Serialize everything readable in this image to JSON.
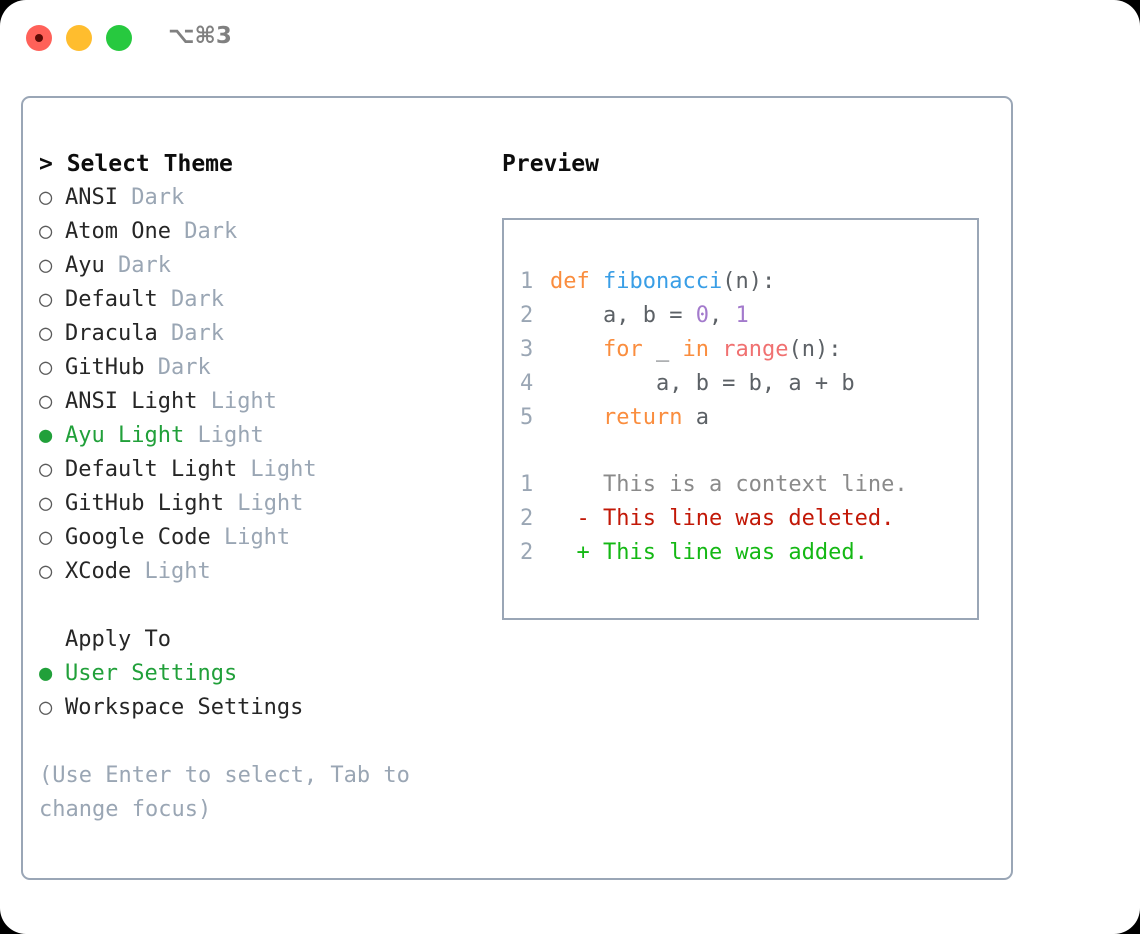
{
  "titlebar": {
    "shortcut": "⌥⌘3",
    "buttons": {
      "close": "close",
      "minimize": "minimize",
      "maximize": "maximize"
    }
  },
  "left": {
    "header": "> Select Theme",
    "themes": [
      {
        "marker": "○",
        "name": "ANSI",
        "tag": "Dark",
        "selected": false
      },
      {
        "marker": "○",
        "name": "Atom One",
        "tag": "Dark",
        "selected": false
      },
      {
        "marker": "○",
        "name": "Ayu",
        "tag": "Dark",
        "selected": false
      },
      {
        "marker": "○",
        "name": "Default",
        "tag": "Dark",
        "selected": false
      },
      {
        "marker": "○",
        "name": "Dracula",
        "tag": "Dark",
        "selected": false
      },
      {
        "marker": "○",
        "name": "GitHub",
        "tag": "Dark",
        "selected": false
      },
      {
        "marker": "○",
        "name": "ANSI Light",
        "tag": "Light",
        "selected": false
      },
      {
        "marker": "●",
        "name": "Ayu Light",
        "tag": "Light",
        "selected": true
      },
      {
        "marker": "○",
        "name": "Default Light",
        "tag": "Light",
        "selected": false
      },
      {
        "marker": "○",
        "name": "GitHub Light",
        "tag": "Light",
        "selected": false
      },
      {
        "marker": "○",
        "name": "Google Code",
        "tag": "Light",
        "selected": false
      },
      {
        "marker": "○",
        "name": "XCode",
        "tag": "Light",
        "selected": false
      }
    ],
    "apply_to": {
      "header": "Apply To",
      "options": [
        {
          "marker": "●",
          "label": "User Settings",
          "selected": true
        },
        {
          "marker": "○",
          "label": "Workspace Settings",
          "selected": false
        }
      ]
    },
    "hint": "(Use Enter to select, Tab to change focus)"
  },
  "right": {
    "title": "Preview",
    "code": [
      {
        "n": "1",
        "tokens": [
          {
            "t": "def",
            "c": "kw"
          },
          {
            "t": " ",
            "c": "plain"
          },
          {
            "t": "fibonacci",
            "c": "fn"
          },
          {
            "t": "(n):",
            "c": "punct"
          }
        ]
      },
      {
        "n": "2",
        "tokens": [
          {
            "t": "    a, b = ",
            "c": "plain"
          },
          {
            "t": "0",
            "c": "num"
          },
          {
            "t": ", ",
            "c": "plain"
          },
          {
            "t": "1",
            "c": "num"
          }
        ]
      },
      {
        "n": "3",
        "tokens": [
          {
            "t": "    ",
            "c": "plain"
          },
          {
            "t": "for",
            "c": "kw"
          },
          {
            "t": " _ ",
            "c": "plain"
          },
          {
            "t": "in",
            "c": "kw"
          },
          {
            "t": " ",
            "c": "plain"
          },
          {
            "t": "range",
            "c": "bi"
          },
          {
            "t": "(n):",
            "c": "punct"
          }
        ]
      },
      {
        "n": "4",
        "tokens": [
          {
            "t": "        a, b = b, a + b",
            "c": "plain"
          }
        ]
      },
      {
        "n": "5",
        "tokens": [
          {
            "t": "    ",
            "c": "plain"
          },
          {
            "t": "return",
            "c": "kw"
          },
          {
            "t": " a",
            "c": "plain"
          }
        ]
      }
    ],
    "diff": [
      {
        "n": "1",
        "prefix": " ",
        "text": "This is a context line.",
        "kind": "diff-ctx"
      },
      {
        "n": "2",
        "prefix": "-",
        "text": "This line was deleted.",
        "kind": "diff-del"
      },
      {
        "n": "2",
        "prefix": "+",
        "text": "This line was added.",
        "kind": "diff-add"
      }
    ]
  },
  "colors": {
    "selected_green": "#21a03a",
    "muted": "#9aa6b4",
    "border": "#9aa6b6",
    "keyword": "#fa8d3e",
    "function": "#399ee6",
    "number": "#a37acc",
    "builtin": "#f07171",
    "diff_added": "#14b814",
    "diff_deleted": "#c21807",
    "traffic_close": "#ff6159",
    "traffic_min": "#ffbd2e",
    "traffic_max": "#27c93f"
  }
}
